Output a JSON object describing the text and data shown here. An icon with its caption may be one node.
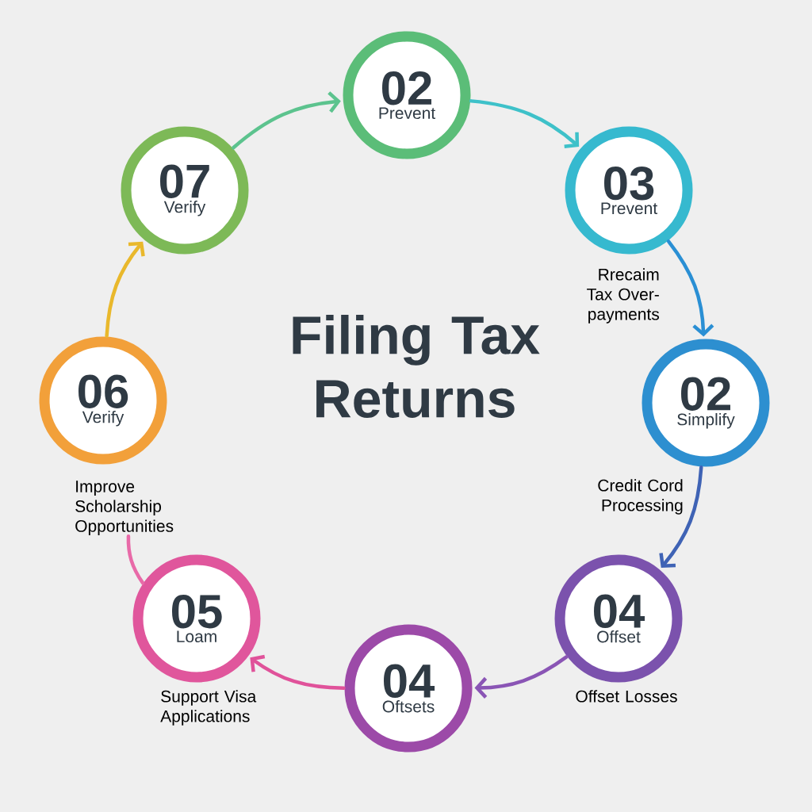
{
  "diagram": {
    "title": "Filing Tax Returns",
    "nodes": [
      {
        "text": [
          "02",
          "Prevent"
        ]
      },
      {
        "text": [
          "03",
          "Prevent"
        ],
        "beside": [
          "Rrecaim Tax Over- payments"
        ]
      },
      {
        "text": [
          "02",
          "Simplify"
        ],
        "beside": [
          "Credit Cord Processing"
        ]
      },
      {
        "text": [
          "04",
          "Offset"
        ],
        "beside": [
          "Offset Losses"
        ]
      },
      {
        "text": [
          "04",
          "Oftsets"
        ]
      },
      {
        "text": [
          "05",
          "Loam"
        ],
        "beside": [
          "Support Visa Applications"
        ]
      },
      {
        "text": [
          "06",
          "Verify"
        ],
        "beside": [
          "Improve Scholarship Opportunities"
        ]
      },
      {
        "text": [
          "07",
          "Verify"
        ]
      }
    ],
    "edges": [
      {
        "from": 7,
        "to": 0,
        "arrow": "to",
        "color": "#5cc38e"
      },
      {
        "from": 0,
        "to": 1,
        "arrow": "to",
        "color": "#3ec1c9"
      },
      {
        "from": 1,
        "to": 2,
        "arrow": "to",
        "color": "#2a8fd4"
      },
      {
        "from": 2,
        "to": 3,
        "arrow": "to",
        "color": "#3f63b5"
      },
      {
        "from": 3,
        "to": 4,
        "arrow": "to",
        "color": "#8a55b5"
      },
      {
        "from": 4,
        "to": 5,
        "arrow": "to",
        "color": "#e0529a"
      },
      {
        "from": 5,
        "to": 6,
        "arrow": "none",
        "color": "#e86aa8"
      },
      {
        "from": 6,
        "to": 7,
        "arrow": "to",
        "color": "#e9b82c"
      }
    ]
  }
}
